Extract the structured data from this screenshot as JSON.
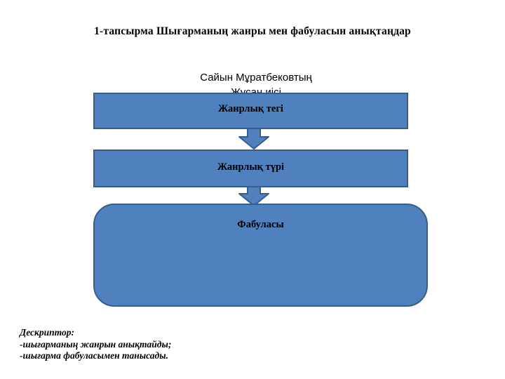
{
  "slide": {
    "title": "1-тапсырма Шығарманың жанры мен фабуласын анықтаңдар",
    "subtitle": {
      "line1": "Сайын Мұратбековтың",
      "line2": "Жусан иісі"
    },
    "diagram": {
      "boxes": [
        {
          "id": "genus",
          "label": "Жанрлық тегі"
        },
        {
          "id": "type",
          "label": "Жанрлық түрі"
        },
        {
          "id": "fabula",
          "label": "Фабуласы"
        }
      ],
      "connectors": [
        {
          "id": "arrow-1",
          "icon": "arrow-down-icon"
        },
        {
          "id": "arrow-2",
          "icon": "arrow-down-icon"
        }
      ],
      "colors": {
        "fill": "#4E81BD",
        "border": "#385D8A",
        "text": "#000000"
      }
    },
    "descriptor": {
      "heading": "Дескриптор:",
      "items": [
        "-шығарманың жанрын анықтайды;",
        "-шығарма фабуласымен танысады."
      ]
    }
  }
}
